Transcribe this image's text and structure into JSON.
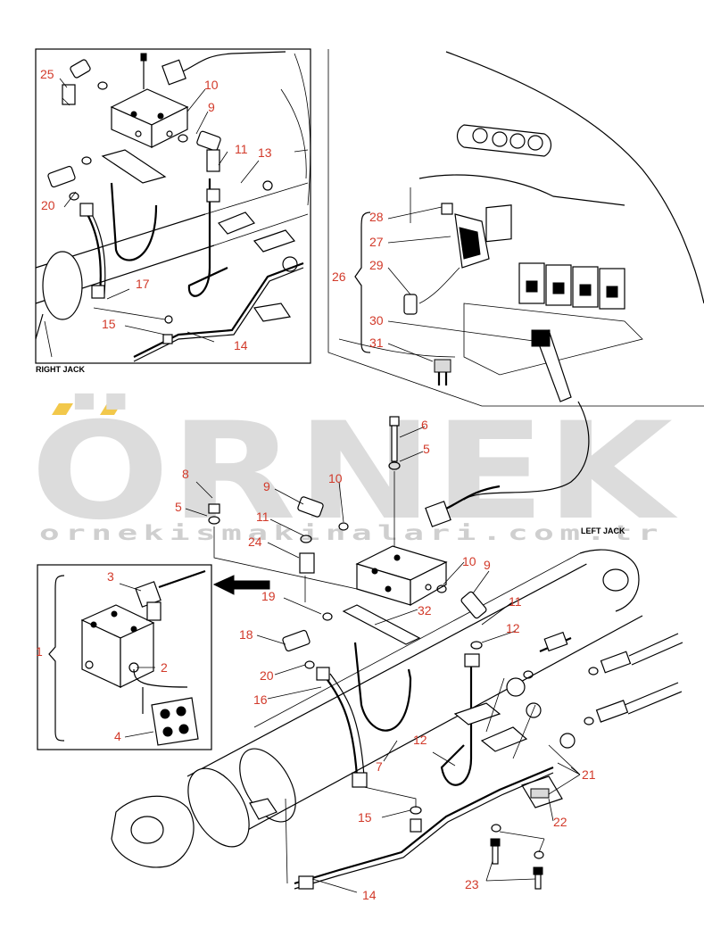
{
  "watermark": {
    "brand": "ÖRNEK",
    "site": "ornekismakinalari.com.tr",
    "accent_color": "#f2c84b"
  },
  "captions": {
    "right_jack": "RIGHT JACK",
    "left_jack": "LEFT JACK"
  },
  "callouts": {
    "n1": "1",
    "n2": "2",
    "n3": "3",
    "n4": "4",
    "n5a": "5",
    "n5b": "5",
    "n6": "6",
    "n7": "7",
    "n8": "8",
    "n9a": "9",
    "n9b": "9",
    "n9c": "9",
    "n10a": "10",
    "n10b": "10",
    "n10c": "10",
    "n11a": "11",
    "n11b": "11",
    "n11c": "11",
    "n12a": "12",
    "n12b": "12",
    "n13": "13",
    "n14a": "14",
    "n14b": "14",
    "n15a": "15",
    "n15b": "15",
    "n16": "16",
    "n17": "17",
    "n18": "18",
    "n19": "19",
    "n20a": "20",
    "n20b": "20",
    "n21": "21",
    "n22": "22",
    "n23": "23",
    "n24": "24",
    "n25": "25",
    "n26": "26",
    "n27": "27",
    "n28": "28",
    "n29": "29",
    "n30": "30",
    "n31": "31",
    "n32": "32"
  }
}
